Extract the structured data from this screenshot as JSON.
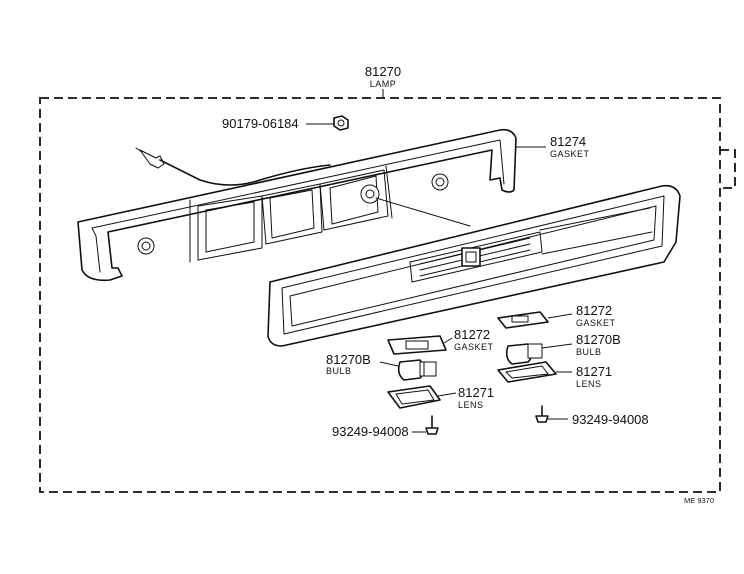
{
  "assembly": {
    "part_no": "81270",
    "name": "LAMP"
  },
  "parts": [
    {
      "part_no": "90179-06184",
      "name": ""
    },
    {
      "part_no": "81274",
      "name": "GASKET"
    },
    {
      "part_no": "81272",
      "name": "GASKET"
    },
    {
      "part_no": "81272",
      "name": "GASKET"
    },
    {
      "part_no": "81270B",
      "name": "BULB"
    },
    {
      "part_no": "81270B",
      "name": "BULB"
    },
    {
      "part_no": "81271",
      "name": "LENS"
    },
    {
      "part_no": "81271",
      "name": "LENS"
    },
    {
      "part_no": "93249-94008",
      "name": ""
    },
    {
      "part_no": "93249-94008",
      "name": ""
    }
  ],
  "figure_code": "ME 9370"
}
